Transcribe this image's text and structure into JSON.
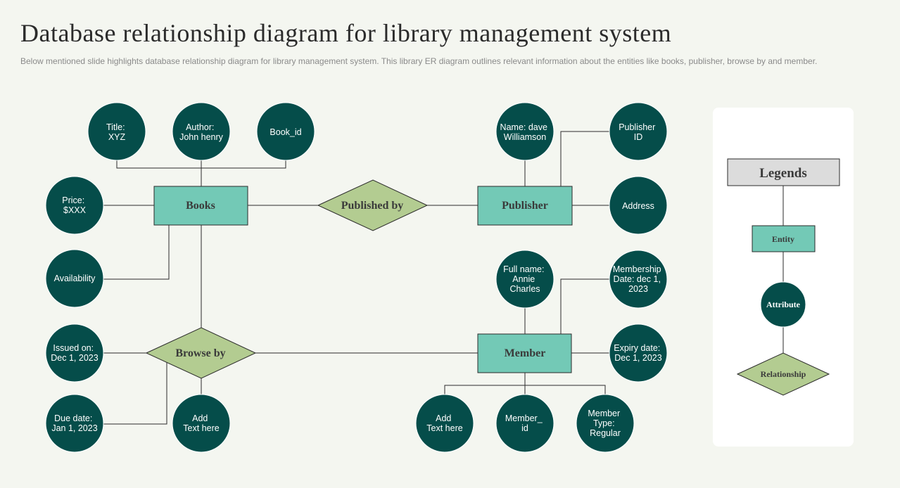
{
  "header": {
    "title": "Database relationship diagram for library management system",
    "subtitle": "Below mentioned slide highlights database relationship diagram for library management system. This library ER diagram outlines relevant information about the entities like books, publisher, browse by and member."
  },
  "colors": {
    "attribute": "#054d4a",
    "entity": "#73c9b6",
    "relationship": "#b3cc91",
    "legend_title_bg": "#dcdcdc",
    "background": "#f4f6f0"
  },
  "entities": {
    "books": "Books",
    "publisher": "Publisher",
    "member": "Member"
  },
  "relationships": {
    "published_by": "Published by",
    "browse_by": "Browse by"
  },
  "attributes": {
    "title": [
      "Title:",
      "XYZ"
    ],
    "author": [
      "Author:",
      "John henry"
    ],
    "book_id": [
      "Book_id"
    ],
    "price": [
      "Price:",
      "$XXX"
    ],
    "availability": [
      "Availability"
    ],
    "issued_on": [
      "Issued on:",
      "Dec 1, 2023"
    ],
    "due_date": [
      "Due date:",
      "Jan 1, 2023"
    ],
    "browse_add_text": [
      "Add",
      "Text here"
    ],
    "publisher_name": [
      "Name: dave",
      "Williamson"
    ],
    "publisher_id": [
      "Publisher",
      "ID"
    ],
    "address": [
      "Address"
    ],
    "full_name": [
      "Full name:",
      "Annie",
      "Charles"
    ],
    "membership_date": [
      "Membership",
      "Date: dec 1,",
      "2023"
    ],
    "expiry_date": [
      "Expiry date:",
      "Dec 1, 2023"
    ],
    "member_add_text": [
      "Add",
      "Text here"
    ],
    "member_id": [
      "Member_",
      "id"
    ],
    "member_type": [
      "Member",
      "Type:",
      "Regular"
    ]
  },
  "legend": {
    "title": "Legends",
    "entity": "Entity",
    "attribute": "Attribute",
    "relationship": "Relationship"
  }
}
